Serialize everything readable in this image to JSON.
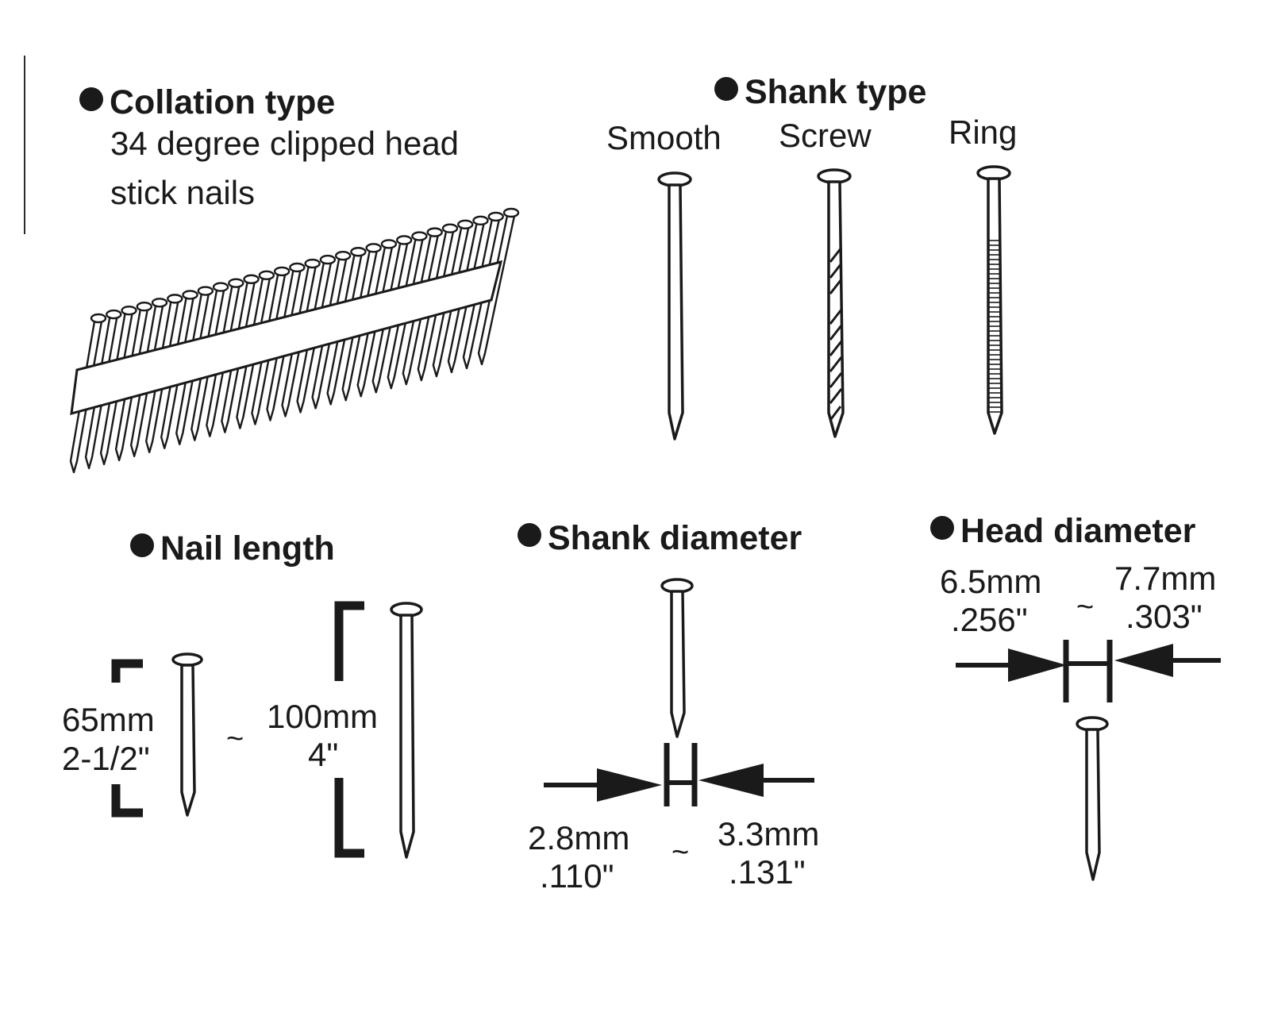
{
  "collation": {
    "heading": "Collation type",
    "line1": "34 degree clipped head",
    "line2": "stick nails"
  },
  "shank_type": {
    "heading": "Shank type",
    "smooth": "Smooth",
    "screw": "Screw",
    "ring": "Ring"
  },
  "nail_length": {
    "heading": "Nail length",
    "min_mm": "65mm",
    "min_in": "2-1/2\"",
    "separator": "~",
    "max_mm": "100mm",
    "max_in": "4\""
  },
  "shank_diameter": {
    "heading": "Shank diameter",
    "min_mm": "2.8mm",
    "min_in": ".110\"",
    "separator": "~",
    "max_mm": "3.3mm",
    "max_in": ".131\""
  },
  "head_diameter": {
    "heading": "Head diameter",
    "min_mm": "6.5mm",
    "min_in": ".256\"",
    "separator": "~",
    "max_mm": "7.7mm",
    "max_in": ".303\""
  },
  "colors": {
    "ink": "#1a1a1a",
    "paper": "#ffffff"
  }
}
